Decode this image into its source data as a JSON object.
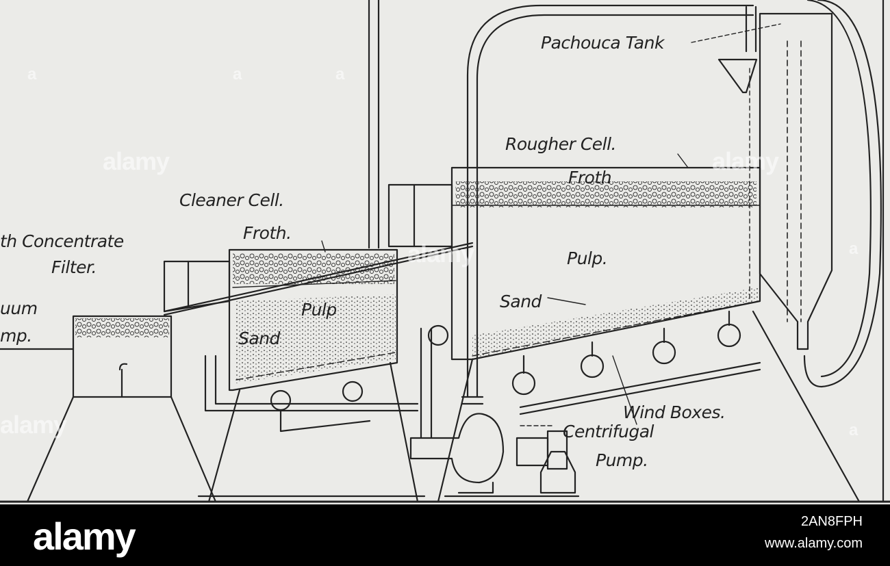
{
  "labels": {
    "pachouca_tank": "Pachouca Tank",
    "rougher_cell": "Rougher Cell.",
    "froth_top": "Froth",
    "cleaner_cell": "Cleaner Cell.",
    "froth_cleaner": "Froth.",
    "concentrate_line1": "th Concentrate",
    "concentrate_line2": "Filter.",
    "pulp_rougher": "Pulp.",
    "sand_rougher": "Sand",
    "pulp_cleaner": "Pulp",
    "sand_cleaner": "Sand",
    "vacuum_line1": "uum",
    "vacuum_line2": "mp.",
    "wind_boxes": "Wind Boxes.",
    "centrifugal_line1": "Centrifugal",
    "centrifugal_line2": "Pump."
  },
  "watermark": {
    "brand": "alamy",
    "marks": [
      "a",
      "a",
      "a",
      "a",
      "a"
    ]
  },
  "footer": {
    "logo": "alamy",
    "image_id": "2AN8FPH",
    "url": "www.alamy.com"
  },
  "colors": {
    "paper": "#ebebe8",
    "ink": "#222222",
    "footer_bg": "#000000",
    "footer_text": "#ffffff"
  }
}
